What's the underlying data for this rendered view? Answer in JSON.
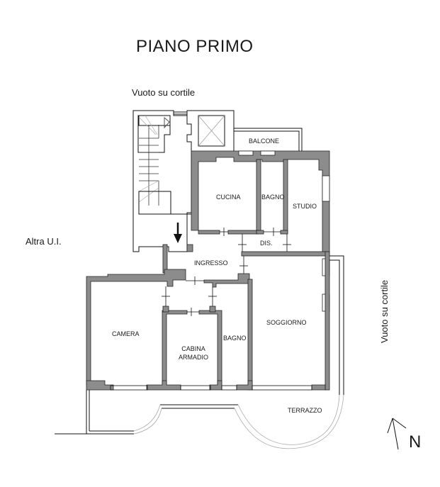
{
  "title": "PIANO PRIMO",
  "notes": {
    "courtyard_top": "Vuoto su cortile",
    "courtyard_right": "Vuoto su cortile",
    "other_unit": "Altra U.I."
  },
  "rooms": {
    "balcone": "BALCONE",
    "cucina": "CUCINA",
    "bagno_top": "BAGNO",
    "studio": "STUDIO",
    "dis": "DIS.",
    "ingresso": "INGRESSO",
    "camera": "CAMERA",
    "cabina_line1": "CABINA",
    "cabina_line2": "ARMADIO",
    "bagno_bottom": "BAGNO",
    "soggiorno": "SOGGIORNO",
    "terrazzo": "TERRAZZO"
  },
  "compass": {
    "label": "N"
  },
  "colors": {
    "wall_fill": "#8c8c8c",
    "line": "#111111",
    "light_line": "#9a9a9a",
    "background": "#ffffff"
  }
}
